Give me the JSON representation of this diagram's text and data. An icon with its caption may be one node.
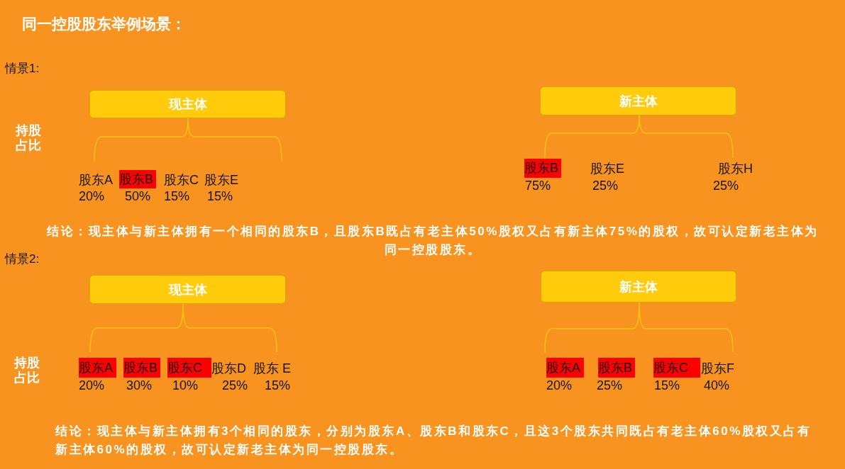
{
  "diagram": {
    "title": "同一控股股东举例场景：",
    "nodes": [
      {
        "text": [
          "现主体"
        ]
      },
      {
        "text": [
          "新主体"
        ]
      },
      {
        "text": [
          "股东B"
        ],
        "beside": [
          "50%"
        ]
      },
      {
        "text": [
          "股东B"
        ],
        "beside": [
          "75%"
        ]
      },
      {
        "text": [
          "现主体"
        ]
      },
      {
        "text": [
          "新主体"
        ]
      },
      {
        "text": [
          "股东A"
        ],
        "beside": [
          "20%"
        ]
      },
      {
        "text": [
          "股东B"
        ],
        "beside": [
          "30%"
        ]
      },
      {
        "text": [
          "股东C"
        ],
        "beside": [
          "10%"
        ]
      },
      {
        "text": [
          "股东A"
        ],
        "beside": [
          "20%"
        ]
      },
      {
        "text": [
          "股东B"
        ],
        "beside": [
          "25%"
        ]
      },
      {
        "text": [
          "股东C"
        ],
        "beside": [
          "15%"
        ]
      }
    ],
    "labels": [
      "情景1:",
      "持股占比",
      "股东A",
      "20%",
      "股东C",
      "15%",
      "股东E",
      "15%",
      "股东E",
      "25%",
      "股东H",
      "25%",
      "结论：现主体与新主体拥有一个相同的股东B，且股东B既占有老主体50%股权又占有新主体75%的股权，故可认定新老主体为同一控股股东。",
      "情景2:",
      "持股占比",
      "股东D",
      "25%",
      "股东 E",
      "15%",
      "股东F",
      "40%",
      "结论：现主体与新主体拥有3个相同的股东，分别为股东A、股东B和股东C，且这3个股东共同既占有老主体60%股权又占有新主体60%的股权，故可认定新老主体为同一控股股东。"
    ]
  }
}
